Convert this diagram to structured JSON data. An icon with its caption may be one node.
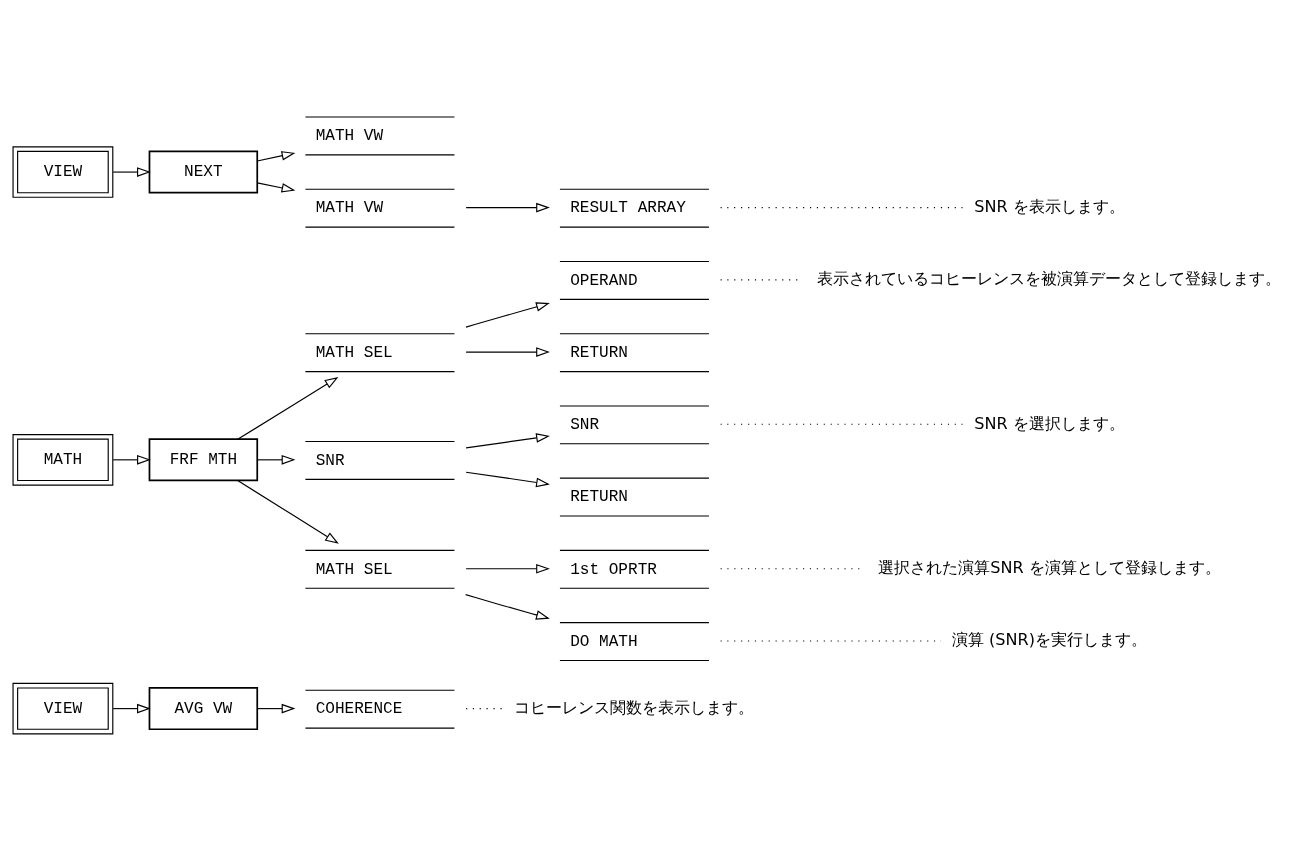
{
  "diagram": {
    "nodes": [
      {
        "text": [
          "VIEW"
        ]
      },
      {
        "text": [
          "AVG VW"
        ]
      },
      {
        "text": [
          "COHERENCE"
        ]
      },
      {
        "text": [
          "コヒーレンス関数を表示します。"
        ]
      },
      {
        "text": [
          "MATH"
        ]
      },
      {
        "text": [
          "FRF MTH"
        ]
      },
      {
        "text": [
          "MATH SEL"
        ]
      },
      {
        "text": [
          "OPERAND"
        ]
      },
      {
        "text": [
          "表示されているコヒーレンスを被演算データとして登録します。"
        ]
      },
      {
        "text": [
          "RETURN"
        ]
      },
      {
        "text": [
          "SNR"
        ]
      },
      {
        "text": [
          "SNR"
        ]
      },
      {
        "text": [
          "SNR を選択します。"
        ]
      },
      {
        "text": [
          "RETURN"
        ]
      },
      {
        "text": [
          "MATH SEL"
        ]
      },
      {
        "text": [
          "1st OPRTR"
        ]
      },
      {
        "text": [
          "選択された演算SNR を演算として登録します。"
        ]
      },
      {
        "text": [
          "DO MATH"
        ]
      },
      {
        "text": [
          "演算 (SNR)を実行します。"
        ]
      },
      {
        "text": [
          "VIEW"
        ]
      },
      {
        "text": [
          "NEXT"
        ]
      },
      {
        "text": [
          "MATH VW"
        ]
      },
      {
        "text": [
          "MATH VW"
        ]
      },
      {
        "text": [
          "RESULT ARRAY"
        ]
      },
      {
        "text": [
          "SNR を表示します。"
        ]
      }
    ],
    "edges": [
      {
        "from": 0,
        "to": 1,
        "arrow": "to"
      },
      {
        "from": 1,
        "to": 2,
        "arrow": "to"
      },
      {
        "from": 2,
        "to": 3,
        "arrow": "none",
        "style": "dashed"
      },
      {
        "from": 4,
        "to": 5,
        "arrow": "to"
      },
      {
        "from": 5,
        "to": 6,
        "arrow": "to"
      },
      {
        "from": 6,
        "to": 7,
        "arrow": "to"
      },
      {
        "from": 7,
        "to": 8,
        "arrow": "none",
        "style": "dashed"
      },
      {
        "from": 6,
        "to": 9,
        "arrow": "to"
      },
      {
        "from": 5,
        "to": 10,
        "arrow": "to"
      },
      {
        "from": 10,
        "to": 11,
        "arrow": "to"
      },
      {
        "from": 11,
        "to": 12,
        "arrow": "none",
        "style": "dashed"
      },
      {
        "from": 10,
        "to": 13,
        "arrow": "to"
      },
      {
        "from": 5,
        "to": 14,
        "arrow": "to"
      },
      {
        "from": 14,
        "to": 15,
        "arrow": "to"
      },
      {
        "from": 15,
        "to": 16,
        "arrow": "none",
        "style": "dashed"
      },
      {
        "from": 14,
        "to": 17,
        "arrow": "to"
      },
      {
        "from": 17,
        "to": 18,
        "arrow": "none",
        "style": "dashed"
      },
      {
        "from": 19,
        "to": 20,
        "arrow": "to"
      },
      {
        "from": 20,
        "to": 21,
        "arrow": "to"
      },
      {
        "from": 20,
        "to": 22,
        "arrow": "to"
      },
      {
        "from": 22,
        "to": 23,
        "arrow": "to"
      },
      {
        "from": 23,
        "to": 24,
        "arrow": "none",
        "style": "dashed"
      }
    ]
  }
}
